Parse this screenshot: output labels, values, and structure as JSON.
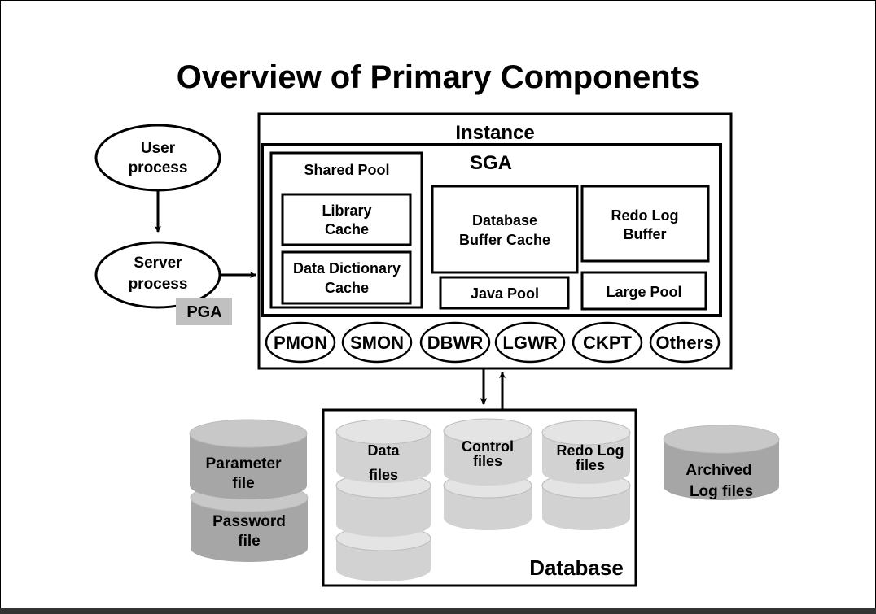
{
  "title": "Overview of Primary Components",
  "user_process": {
    "line1": "User",
    "line2": "process"
  },
  "server_process": {
    "line1": "Server",
    "line2": "process"
  },
  "pga": "PGA",
  "instance": {
    "label": "Instance",
    "sga": {
      "label": "SGA",
      "shared_pool": {
        "label": "Shared Pool",
        "library_cache": {
          "line1": "Library",
          "line2": "Cache"
        },
        "data_dictionary_cache": {
          "line1": "Data Dictionary",
          "line2": "Cache"
        }
      },
      "database_buffer_cache": {
        "line1": "Database",
        "line2": "Buffer Cache"
      },
      "redo_log_buffer": {
        "line1": "Redo Log",
        "line2": "Buffer"
      },
      "java_pool": "Java Pool",
      "large_pool": "Large Pool"
    },
    "background_processes": [
      "PMON",
      "SMON",
      "DBWR",
      "LGWR",
      "CKPT",
      "Others"
    ]
  },
  "database": {
    "label": "Database",
    "data_files": {
      "line1": "Data",
      "line2": "files"
    },
    "control_files": {
      "line1": "Control",
      "line2": "files"
    },
    "redo_log_files": {
      "line1": "Redo Log",
      "line2": "files"
    }
  },
  "parameter_file": {
    "line1": "Parameter",
    "line2": "file"
  },
  "password_file": {
    "line1": "Password",
    "line2": "file"
  },
  "archived_log_files": {
    "line1": "Archived",
    "line2": "Log files"
  },
  "colors": {
    "dark_cylinder_body": "#a6a6a6",
    "dark_cylinder_top": "#c8c8c8",
    "light_cylinder_body": "#d2d2d2",
    "light_cylinder_top": "#e4e4e4",
    "pga_fill": "#c0c0c0",
    "footer": "#333333"
  }
}
